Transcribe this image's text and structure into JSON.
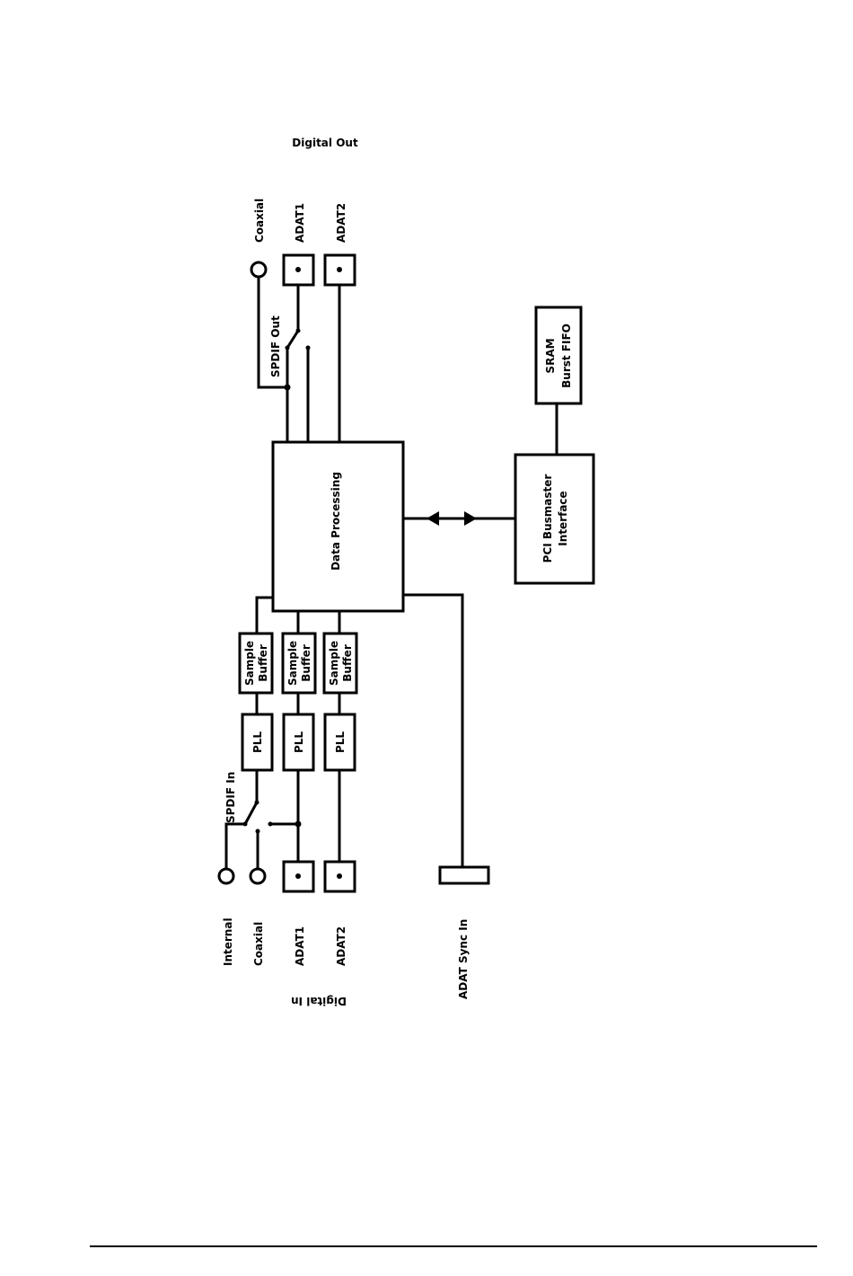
{
  "digital_out": {
    "title": "Digital Out",
    "ports": [
      "Coaxial",
      "ADAT1",
      "ADAT2"
    ],
    "switch_label": "SPDIF Out"
  },
  "digital_in": {
    "title": "Digital In",
    "ports": [
      "Internal",
      "Coaxial",
      "ADAT1",
      "ADAT2"
    ],
    "switch_label": "SPDIF In",
    "pll_label": "PLL",
    "buffer_label_line1": "Sample",
    "buffer_label_line2": "Buffer"
  },
  "core": {
    "data_processing": "Data Processing",
    "pci_line1": "PCI Busmaster",
    "pci_line2": "Interface",
    "sram_line1": "SRAM",
    "sram_line2": "Burst FIFO"
  },
  "sync": {
    "label": "ADAT Sync In"
  }
}
